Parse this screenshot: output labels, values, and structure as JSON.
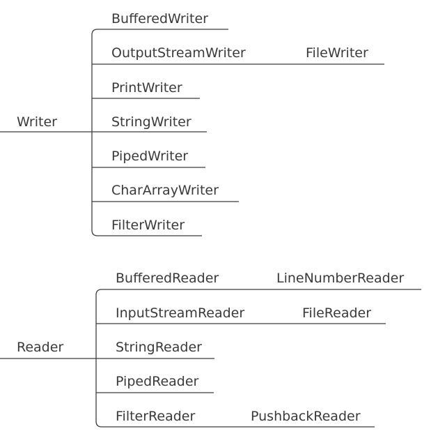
{
  "writer": {
    "root": "Writer",
    "children": [
      {
        "label": "BufferedWriter"
      },
      {
        "label": "OutputStreamWriter",
        "child": "FileWriter"
      },
      {
        "label": "PrintWriter"
      },
      {
        "label": "StringWriter"
      },
      {
        "label": "PipedWriter"
      },
      {
        "label": "CharArrayWriter"
      },
      {
        "label": "FilterWriter"
      }
    ]
  },
  "reader": {
    "root": "Reader",
    "children": [
      {
        "label": "BufferedReader",
        "child": "LineNumberReader"
      },
      {
        "label": "InputStreamReader",
        "child": "FileReader"
      },
      {
        "label": "StringReader"
      },
      {
        "label": "PipedReader"
      },
      {
        "label": "FilterReader",
        "child": "PushbackReader"
      }
    ]
  }
}
